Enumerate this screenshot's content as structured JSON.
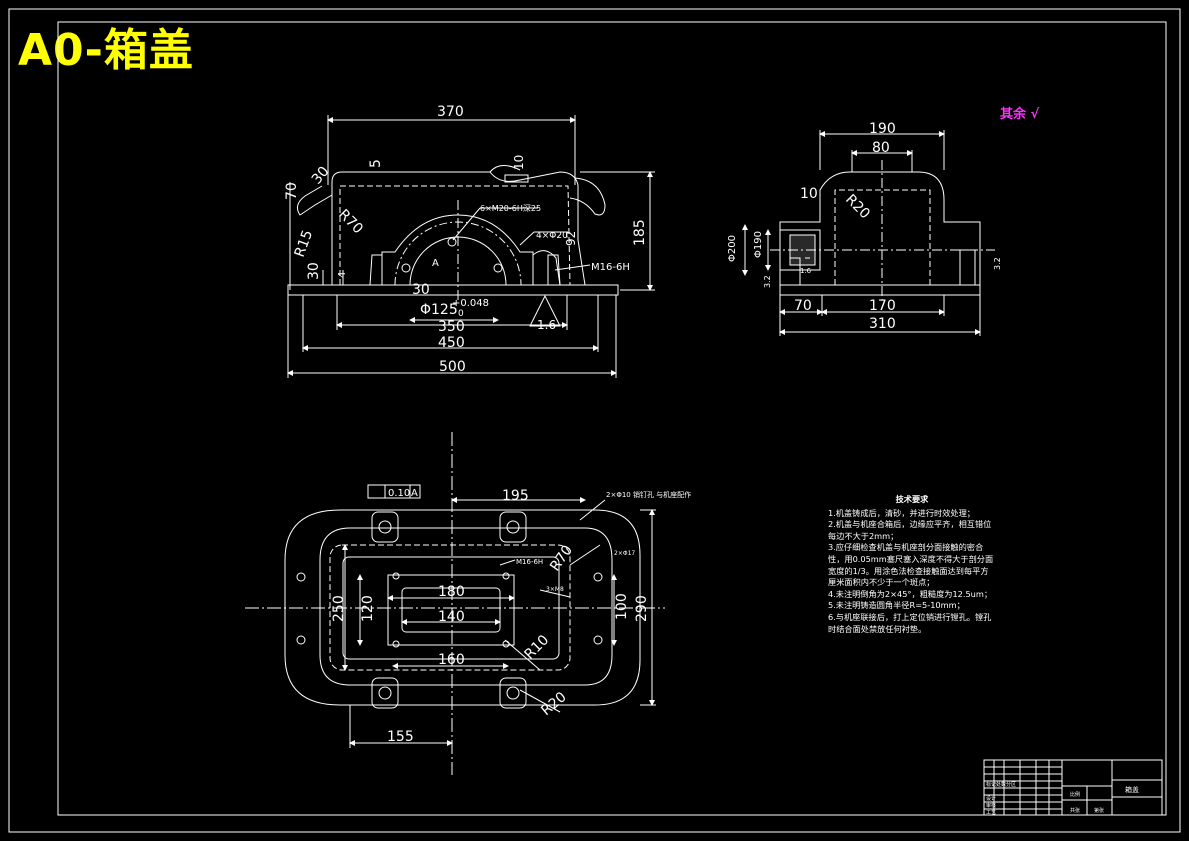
{
  "title": "A0-箱盖",
  "roughness_note": "其余",
  "front_view": {
    "dims": {
      "d370": "370",
      "d185": "185",
      "d70": "70",
      "d5": "5",
      "d10": "10",
      "d30_top": "30",
      "r70": "R70",
      "r15": "R15",
      "d30_a": "30",
      "d4": "4",
      "d92": "92",
      "d30_b": "30",
      "dia125": "Φ125",
      "tol_up": "+0.048",
      "tol_low": "0",
      "d350": "350",
      "d450": "450",
      "d500": "500",
      "d16": "1.6"
    },
    "notes": {
      "holes_top": "6×M20-6H深25",
      "holes_side": "4×Φ20",
      "thread": "M16-6H",
      "tol_ref": "A"
    }
  },
  "side_view": {
    "dims": {
      "d190": "190",
      "d80": "80",
      "d10": "10",
      "r20": "R20",
      "dia200": "Φ200",
      "dia190": "Φ190",
      "d70": "70",
      "d170": "170",
      "d310": "310",
      "r_a": "3.2",
      "r_b": "1.6",
      "r_c": "3.2"
    }
  },
  "top_view": {
    "dims": {
      "d195": "195",
      "d180": "180",
      "d140": "140",
      "d160": "160",
      "d155": "155",
      "d250": "250",
      "d120": "120",
      "d100": "100",
      "d290": "290",
      "r70": "R70",
      "r10": "R10",
      "r20": "R20"
    },
    "notes": {
      "tol_frame_flat": "0.10",
      "tol_frame_ref": "A",
      "dowel": "2×Φ10 销钉孔\n与机座配作",
      "thread": "M16-6H",
      "small_a": "2×Φ17",
      "small_b": "3×M8"
    }
  },
  "tech_requirements": {
    "heading": "技术要求",
    "items": [
      "1.机盖铸成后，清砂，并进行时效处理；",
      "2.机盖与机座合箱后，边缘应平齐，相互错位每边不大于2mm；",
      "3.应仔细检查机盖与机座剖分面接触的密合性，用0.05mm塞尺塞入深度不得大于剖分面宽度的1/3。用涂色法检查接触面达到每平方厘米面积内不少于一个斑点；",
      "4.未注明倒角为2×45°，粗糙度为12.5um；",
      "5.未注明铸造圆角半径R=5-10mm；",
      "6.与机座联接后，打上定位销进行镗孔。镗孔时结合面处禁放任何衬垫。"
    ]
  },
  "title_block": {
    "drawing_name": "箱盖",
    "cells": [
      "标记",
      "处数",
      "分区",
      "设计",
      "审核",
      "工艺",
      "比例",
      "共张",
      "第张"
    ]
  },
  "colors": {
    "background": "#000000",
    "lines": "#ffffff",
    "title": "#ffff00",
    "accent": "#ff33ff"
  }
}
